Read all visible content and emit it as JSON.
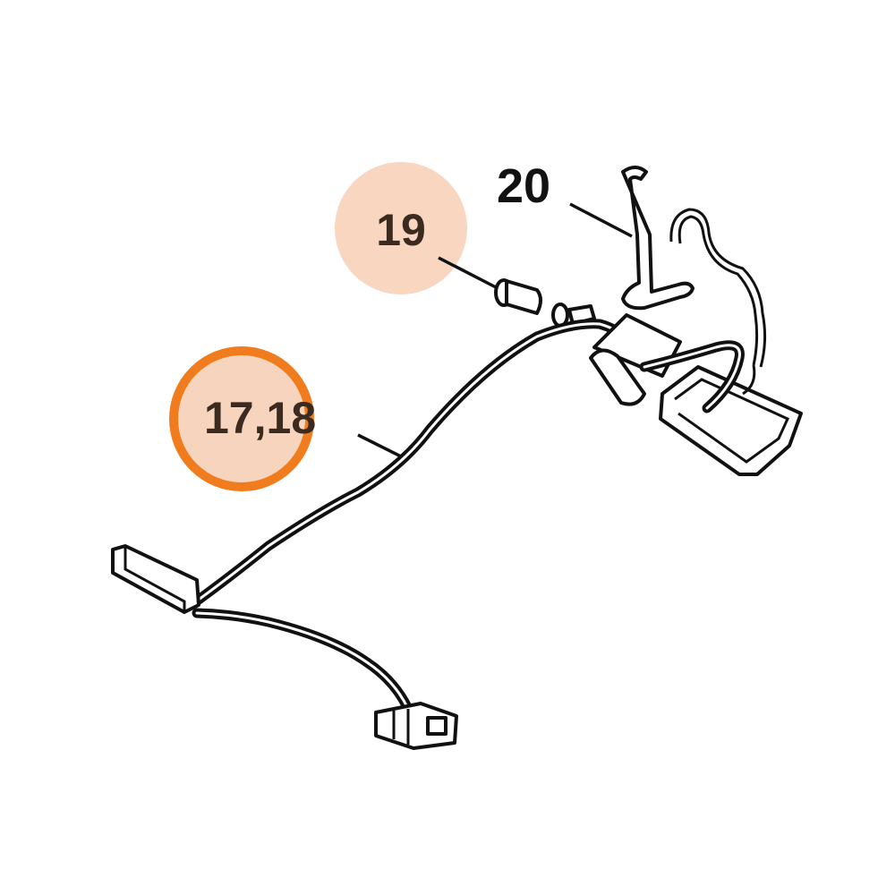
{
  "diagram": {
    "callouts": [
      {
        "id": "20",
        "label": "20",
        "highlighted": false
      },
      {
        "id": "19",
        "label": "19",
        "highlighted": true
      },
      {
        "id": "17-18",
        "label": "17,18",
        "highlighted": true,
        "selected": true
      }
    ],
    "colors": {
      "highlight_fill": "#f8d6c0",
      "selected_ring": "#f07c1e",
      "label_dark": "#3b2a1f",
      "line": "#111111"
    }
  }
}
